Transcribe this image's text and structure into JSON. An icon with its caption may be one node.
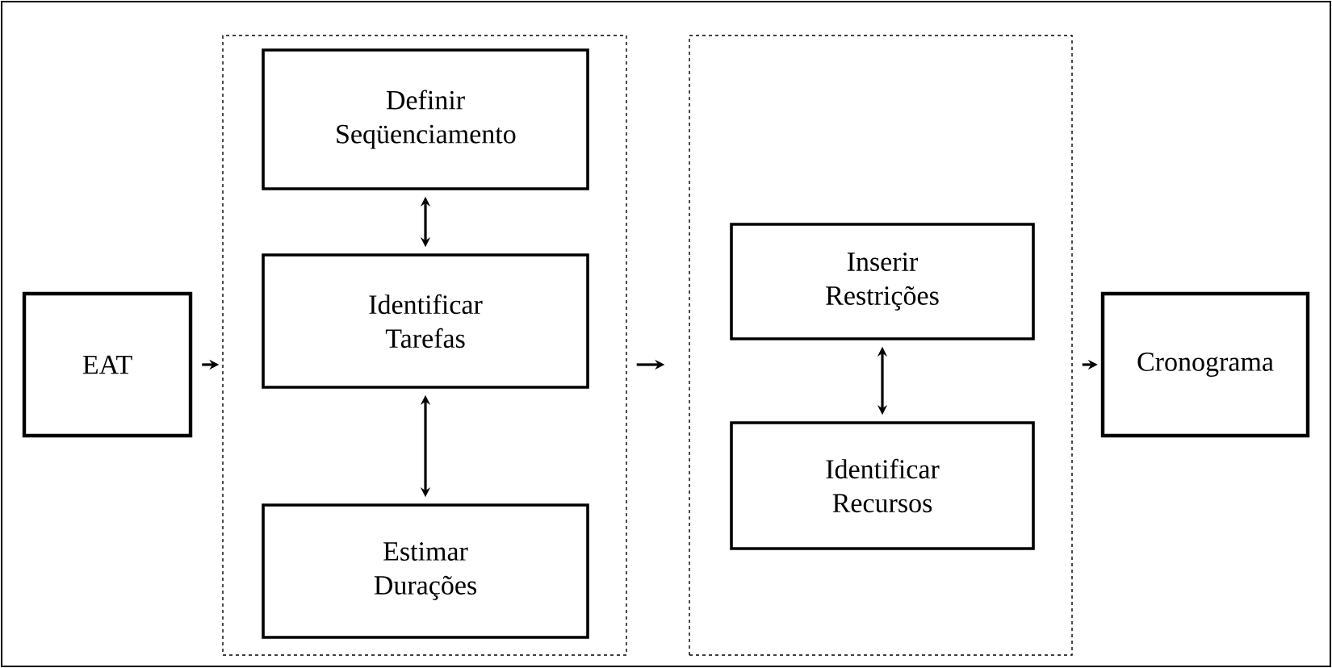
{
  "diagram": {
    "nodes": [
      {
        "text": [
          "EAT"
        ]
      },
      {
        "text": [],
        "shape": "box"
      },
      {
        "text": [
          "Definir Seqüenciamento"
        ],
        "in": 1
      },
      {
        "text": [
          "Identificar Tarefas"
        ],
        "in": 1
      },
      {
        "text": [
          "Estimar Durações"
        ],
        "in": 1
      },
      {
        "text": [],
        "shape": "box"
      },
      {
        "text": [
          "Inserir Restrições"
        ],
        "in": 5
      },
      {
        "text": [
          "Identificar Recursos"
        ],
        "in": 5
      },
      {
        "text": [
          "Cronograma"
        ]
      }
    ],
    "edges": [
      {
        "from": 0,
        "to": 1,
        "arrow": "to"
      },
      {
        "from": 2,
        "to": 3,
        "arrow": "both"
      },
      {
        "from": 3,
        "to": 4,
        "arrow": "both"
      },
      {
        "from": 1,
        "to": 5,
        "arrow": "to"
      },
      {
        "from": 6,
        "to": 7,
        "arrow": "both"
      },
      {
        "from": 5,
        "to": 8,
        "arrow": "to"
      }
    ]
  }
}
